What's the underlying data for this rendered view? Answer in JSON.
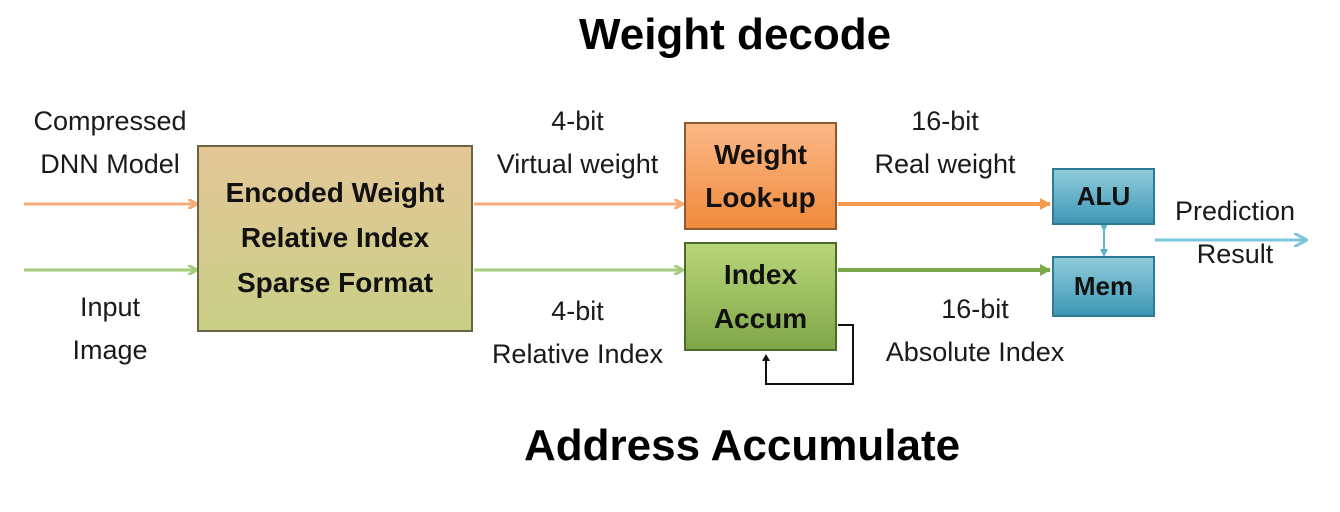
{
  "title_top": "Weight decode",
  "title_bottom": "Address Accumulate",
  "inputs": {
    "model_line1": "Compressed",
    "model_line2": "DNN Model",
    "image_line1": "Input",
    "image_line2": "Image"
  },
  "boxes": {
    "encoder": [
      "Encoded Weight",
      "Relative Index",
      "Sparse Format"
    ],
    "lookup": [
      "Weight",
      "Look-up"
    ],
    "accum": [
      "Index",
      "Accum"
    ],
    "alu": "ALU",
    "mem": "Mem"
  },
  "edge_labels": {
    "virtual_bits": "4-bit",
    "virtual_name": "Virtual weight",
    "relative_bits": "4-bit",
    "relative_name": "Relative Index",
    "real_bits": "16-bit",
    "real_name": "Real weight",
    "absolute_bits": "16-bit",
    "absolute_name": "Absolute Index"
  },
  "output": {
    "line1": "Prediction",
    "line2": "Result"
  },
  "colors": {
    "orange_arrow": "#f7ab78",
    "orange_arrow_dark": "#f39a4f",
    "green_arrow": "#a6cc7e",
    "green_arrow_dark": "#7ba84a",
    "blue_arrow": "#7cc5da",
    "feedback": "#111111"
  }
}
